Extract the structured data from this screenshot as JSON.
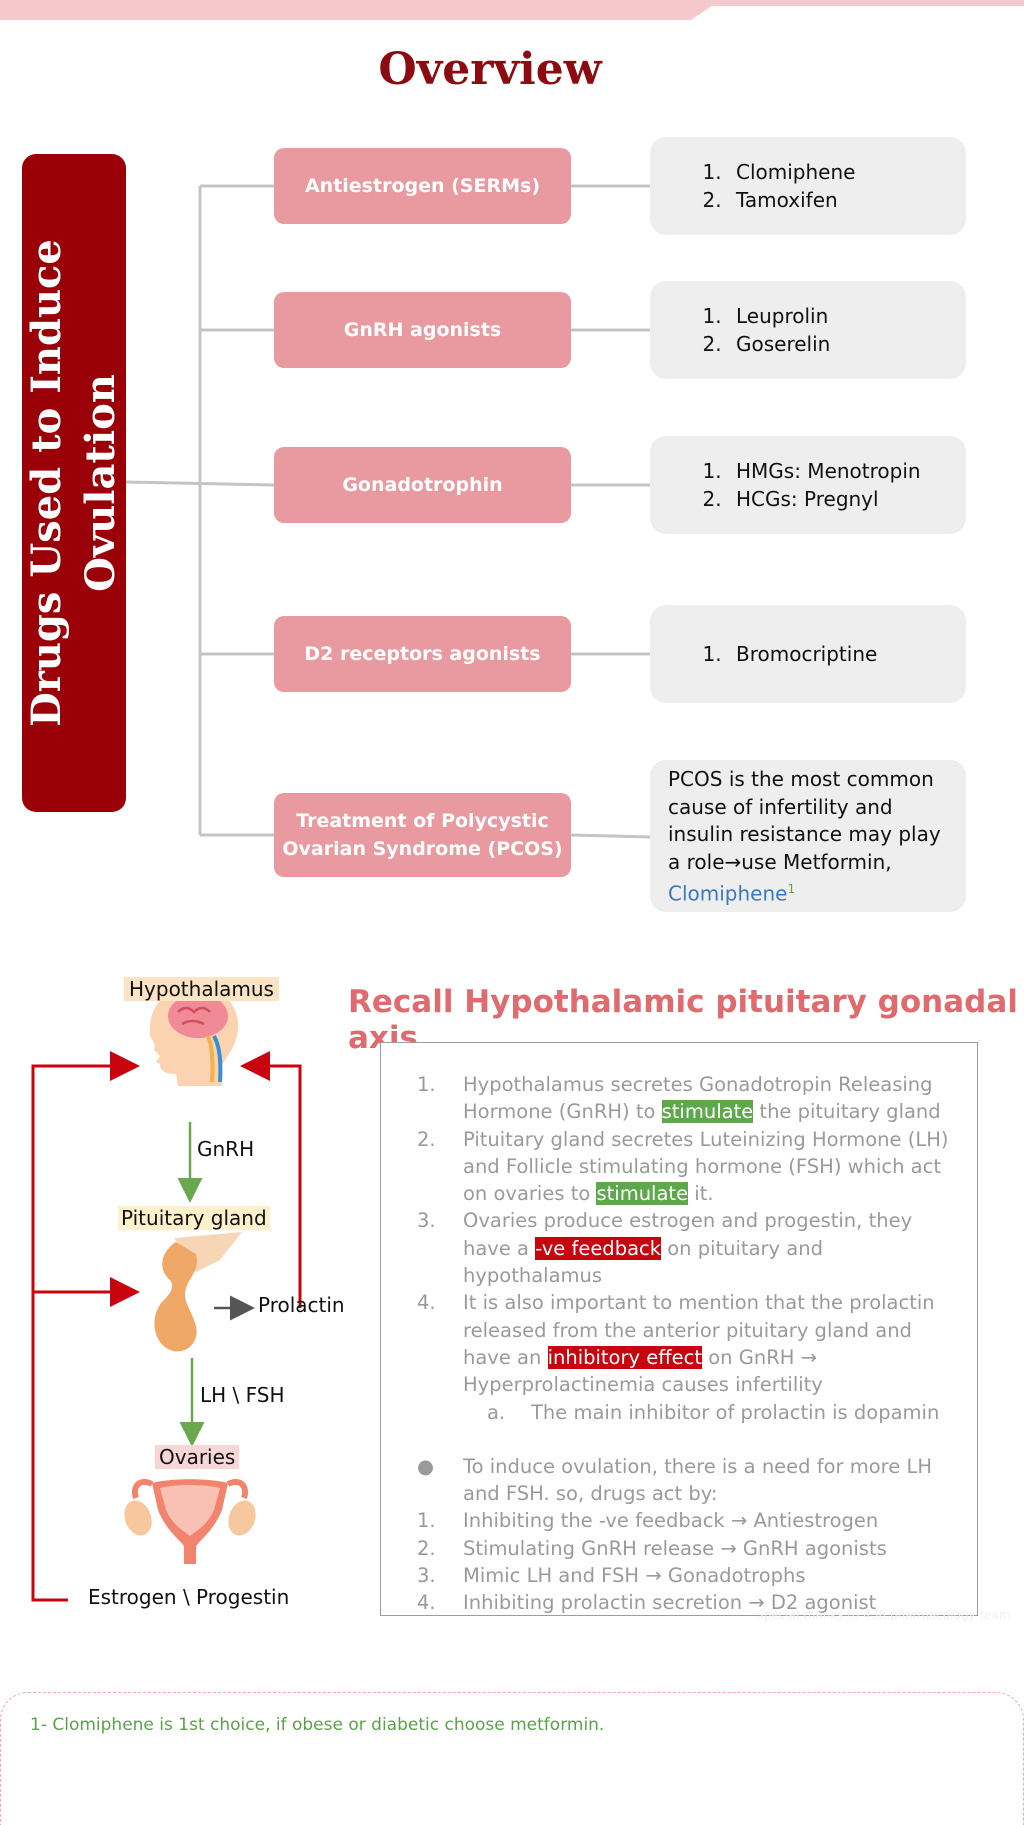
{
  "title": "Overview",
  "banner": {
    "line1": "Drugs Used to Induce",
    "line2": "Ovulation"
  },
  "categories": [
    {
      "label": "Antiestrogen (SERMs)",
      "drugs": [
        "Clomiphene",
        "Tamoxifen"
      ]
    },
    {
      "label": "GnRH agonists",
      "drugs": [
        "Leuprolin",
        "Goserelin"
      ]
    },
    {
      "label": "Gonadotrophin",
      "drugs": [
        "HMGs: Menotropin",
        "HCGs: Pregnyl"
      ]
    },
    {
      "label": "D2 receptors agonists",
      "drugs": [
        "Bromocriptine"
      ]
    },
    {
      "label": "Treatment of Polycystic Ovarian Syndrome (PCOS)",
      "label_line1": "Treatment of Polycystic",
      "label_line2": "Ovarian Syndrome (PCOS)"
    }
  ],
  "pcos": {
    "text": "PCOS is the most common cause of infertility and insulin resistance may play a role→use Metformin,",
    "link": "Clomiphene",
    "footnote_ref": "1"
  },
  "diagram": {
    "hypothalamus": "Hypothalamus",
    "gnrh": "GnRH",
    "pituitary": "Pituitary gland",
    "prolactin": "Prolactin",
    "lh_fsh": "LH \\ FSH",
    "ovaries": "Ovaries",
    "estrogen_progestin": "Estrogen \\ Progestin",
    "arrow_color": "#c8050f",
    "flow_color": "#6aa84f"
  },
  "recall": {
    "title": "Recall Hypothalamic pituitary gonadal axis",
    "items": [
      {
        "num": "1.",
        "pre": "Hypothalamus secretes Gonadotropin Releasing Hormone (GnRH) to ",
        "hl": "stimulate",
        "post": " the pituitary gland"
      },
      {
        "num": "2.",
        "pre": "Pituitary gland secretes Luteinizing Hormone (LH) and Follicle stimulating hormone (FSH) which act on ovaries to ",
        "hl": "stimulate",
        "post": " it."
      },
      {
        "num": "3.",
        "pre": "Ovaries produce estrogen and progestin, they have a ",
        "hl": "-ve feedback",
        "post": " on pituitary and hypothalamus"
      },
      {
        "num": "4.",
        "pre": "It is also important to mention that the prolactin released from the anterior pituitary gland and have an ",
        "hl": "inhibitory effect",
        "post": " on GnRH → Hyperprolactinemia causes infertility"
      }
    ],
    "sub_num": "a.",
    "sub_text": "The main inhibitor of prolactin is dopamin",
    "bullet": "●",
    "bullet_text": "To induce ovulation, there is a need for more LH and FSH. so, drugs act by:",
    "actions": [
      {
        "num": "1.",
        "text": "Inhibiting the -ve feedback → Antiestrogen"
      },
      {
        "num": "2.",
        "text": "Stimulating GnRH release → GnRH agonists"
      },
      {
        "num": "3.",
        "text": "Mimic LH and FSH → Gonadotrophs"
      },
      {
        "num": "4.",
        "text": "Inhibiting prolactin secretion → D2 agonist"
      }
    ],
    "watermark": "Special thanks to 438 pharmacology team"
  },
  "footnote": "1- Clomiphene is 1st choice, if obese or diabetic choose metformin.",
  "colors": {
    "dark_red": "#9a0007",
    "pink_box": "#e99aa0",
    "grey_box": "#eeeeee",
    "highlight_green": "#5da84a",
    "highlight_red": "#c8050f"
  }
}
